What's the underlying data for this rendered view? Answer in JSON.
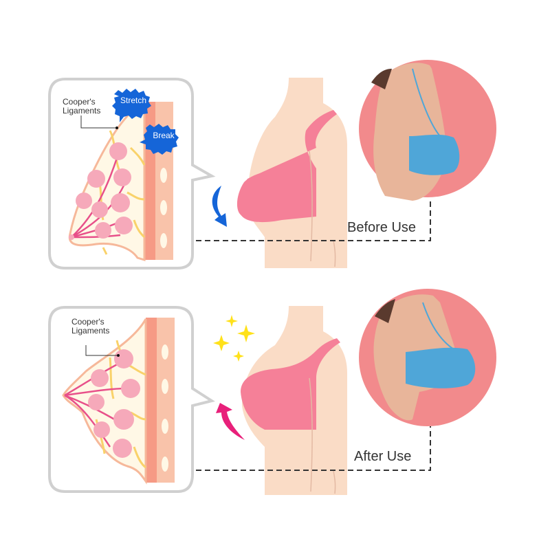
{
  "before": {
    "diagram_label_line1": "Cooper's",
    "diagram_label_line2": "Ligaments",
    "badge_stretch": "Stretch",
    "badge_break": "Break",
    "caption": "Before Use",
    "arrow": "down-arrow-icon",
    "arrow_color": "#1565D8"
  },
  "after": {
    "diagram_label_line1": "Cooper's",
    "diagram_label_line2": "Ligaments",
    "caption": "After Use",
    "arrow": "up-arrow-icon",
    "arrow_color": "#E8207A",
    "sparkle_color": "#FFE11A"
  },
  "colors": {
    "skin": "#FADCC6",
    "bra_illustration": "#F58098",
    "bra_photo": "#4FA6D8",
    "photo_bg": "#F28A8C",
    "badge_blue": "#1565D8",
    "bubble_border": "#CFCFCF",
    "tissue_cream": "#FFF8E6",
    "lobule_pink": "#F6A9BA",
    "ligament_yellow": "#F9D26A",
    "chest_wall": "#F7A792"
  }
}
